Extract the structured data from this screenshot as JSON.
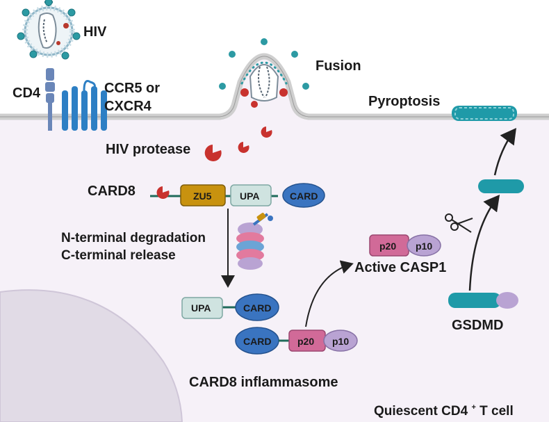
{
  "labels": {
    "hiv": "HIV",
    "cd4": "CD4",
    "ccr5_line1": "CCR5 or",
    "ccr5_line2": "CXCR4",
    "fusion": "Fusion",
    "pyroptosis": "Pyroptosis",
    "hiv_protease": "HIV protease",
    "card8": "CARD8",
    "nterm": "N-terminal degradation",
    "cterm": "C-terminal release",
    "active_casp1": "Active CASP1",
    "gsdmd": "GSDMD",
    "inflammasome": "CARD8 inflammasome",
    "cell_prefix": "Quiescent CD4",
    "cell_sup": "+",
    "cell_suffix": " T cell"
  },
  "domains": {
    "zu5": "ZU5",
    "upa": "UPA",
    "card": "CARD",
    "p20": "p20",
    "p10": "p10"
  },
  "colors": {
    "cytoplasm": "#f6f1f8",
    "membrane": "#c9c9c9",
    "receptor_blue": "#2d7fc4",
    "zu5": "#c8920f",
    "upa": "#cfe3e0",
    "card": "#3a74c0",
    "p20": "#d16a98",
    "p10": "#b9a3d3",
    "gsdmd_teal": "#1f9aa8",
    "protease_red": "#c8322e"
  }
}
